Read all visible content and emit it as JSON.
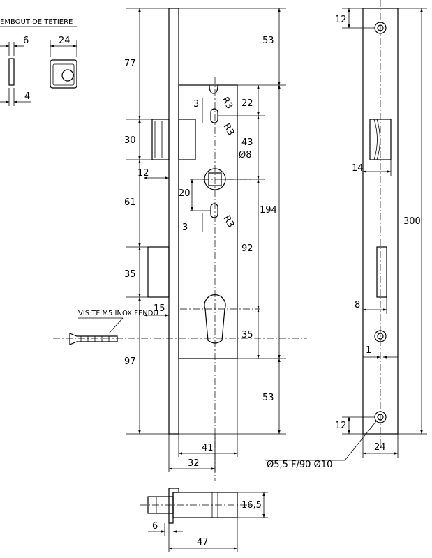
{
  "labels": {
    "embout": "EMBOUT DE TETIERE",
    "screw": "VIS TF M5 INOX FENDU",
    "hole": "Ø5,5 F/90 Ø10",
    "square": "Ø8"
  },
  "dims": {
    "e6": "6",
    "e24": "24",
    "e4": "4",
    "d77": "77",
    "d30": "30",
    "d12": "12",
    "d61": "61",
    "d35a": "35",
    "d15": "15",
    "d97": "97",
    "d53a": "53",
    "d22": "22",
    "d3a": "3",
    "d43": "43",
    "d20": "20",
    "d194": "194",
    "d3b": "3",
    "d92": "92",
    "d35b": "35",
    "d53b": "53",
    "d41": "41",
    "d32": "32",
    "r3a": "R3",
    "r3b": "R3",
    "r3c": "R3",
    "s12a": "12",
    "s14": "14",
    "s300": "300",
    "s8": "8",
    "s1": "1",
    "s12b": "12",
    "s24": "24",
    "b165": "16,5",
    "b6": "6",
    "b47": "47"
  }
}
